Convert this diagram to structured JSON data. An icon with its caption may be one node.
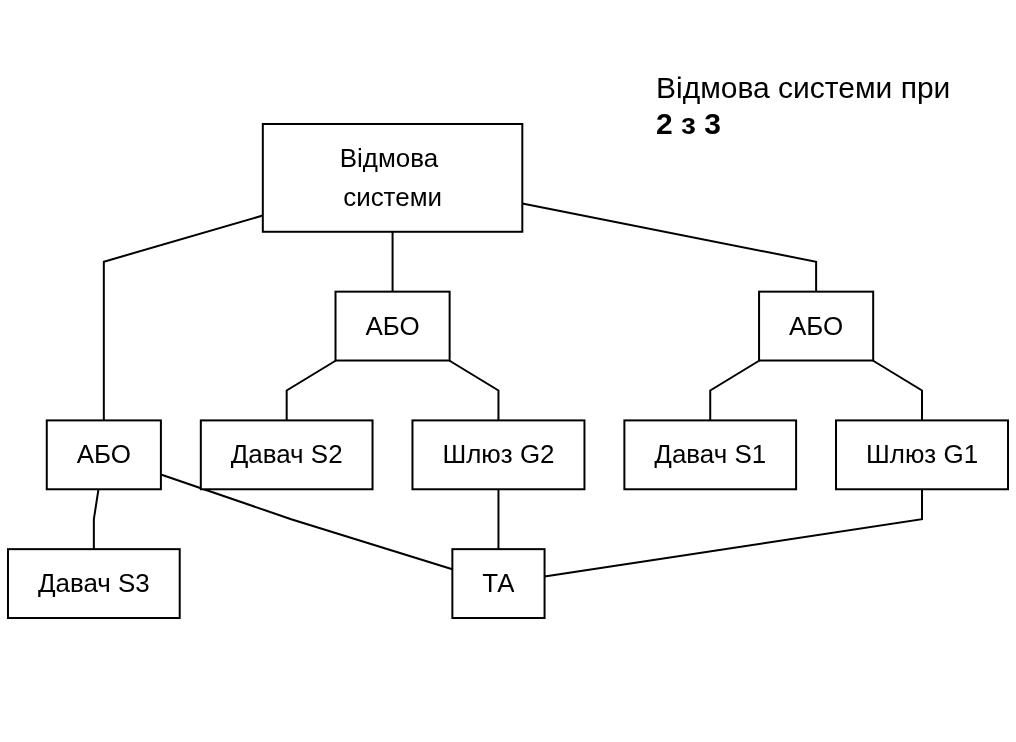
{
  "diagram": {
    "nodes": [
      {
        "text": [
          "Відмова системи"
        ]
      },
      {
        "text": [
          "АБО"
        ]
      },
      {
        "text": [
          "АБО"
        ]
      },
      {
        "text": [
          "АБО"
        ]
      },
      {
        "text": [
          "Давач S3"
        ]
      },
      {
        "text": [
          "Давач S2"
        ]
      },
      {
        "text": [
          "Давач S1"
        ]
      },
      {
        "text": [
          "Шлюз G2"
        ]
      },
      {
        "text": [
          "Шлюз G1"
        ]
      },
      {
        "text": [
          "ТА"
        ]
      }
    ],
    "edges": [
      {
        "from": 0,
        "to": 1,
        "arrow": "none"
      },
      {
        "from": 0,
        "to": 2,
        "arrow": "none"
      },
      {
        "from": 0,
        "to": 3,
        "arrow": "none"
      },
      {
        "from": 1,
        "to": 4,
        "arrow": "none"
      },
      {
        "from": 1,
        "to": 9,
        "arrow": "none"
      },
      {
        "from": 2,
        "to": 5,
        "arrow": "none"
      },
      {
        "from": 2,
        "to": 7,
        "arrow": "none"
      },
      {
        "from": 3,
        "to": 6,
        "arrow": "none"
      },
      {
        "from": 3,
        "to": 8,
        "arrow": "none"
      },
      {
        "from": 7,
        "to": 9,
        "arrow": "none"
      },
      {
        "from": 8,
        "to": 9,
        "arrow": "none"
      }
    ],
    "labels": [
      "Відмова системи при **2 з 3**"
    ]
  }
}
